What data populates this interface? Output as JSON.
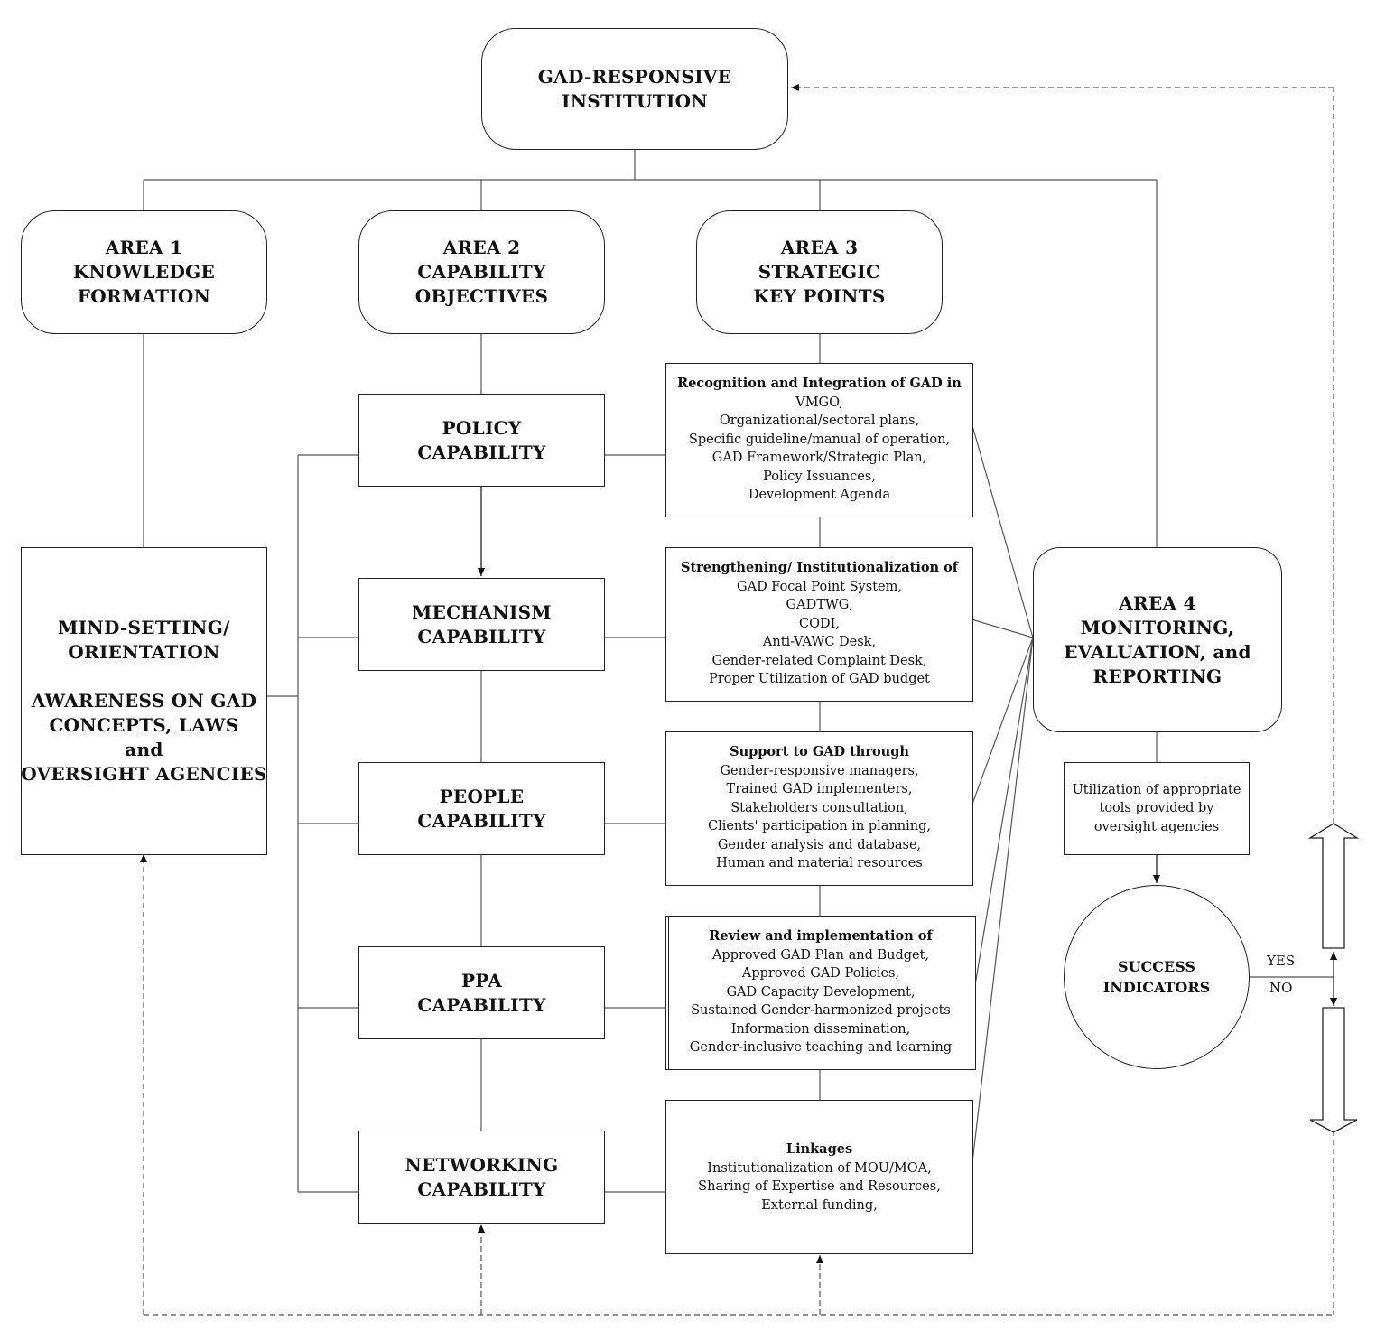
{
  "top": {
    "line1": "GAD-RESPONSIVE",
    "line2": "INSTITUTION"
  },
  "area1": {
    "line1": "AREA 1",
    "line2": "KNOWLEDGE",
    "line3": "FORMATION"
  },
  "area2": {
    "line1": "AREA 2",
    "line2": "CAPABILITY",
    "line3": "OBJECTIVES"
  },
  "area3": {
    "line1": "AREA 3",
    "line2": "STRATEGIC",
    "line3": "KEY POINTS"
  },
  "area4": {
    "line1": "AREA 4",
    "line2": "MONITORING,",
    "line3": "EVALUATION, and",
    "line4": "REPORTING"
  },
  "mind": {
    "line1": "MIND-SETTING/",
    "line2": "ORIENTATION",
    "line3": "AWARENESS ON GAD",
    "line4": "CONCEPTS, LAWS",
    "line5": "and",
    "line6": "OVERSIGHT AGENCIES"
  },
  "capabilities": {
    "policy": {
      "line1": "POLICY",
      "line2": "CAPABILITY"
    },
    "mechanism": {
      "line1": "MECHANISM",
      "line2": "CAPABILITY"
    },
    "people": {
      "line1": "PEOPLE",
      "line2": "CAPABILITY"
    },
    "ppa": {
      "line1": "PPA",
      "line2": "CAPABILITY"
    },
    "networking": {
      "line1": "NETWORKING",
      "line2": "CAPABILITY"
    }
  },
  "keypoints": {
    "policy": {
      "title": "Recognition and Integration of GAD in",
      "items": [
        "VMGO,",
        "Organizational/sectoral plans,",
        "Specific guideline/manual of operation,",
        "GAD Framework/Strategic Plan,",
        "Policy Issuances,",
        "Development Agenda"
      ]
    },
    "mechanism": {
      "title": "Strengthening/ Institutionalization of",
      "items": [
        "GAD Focal Point System,",
        "GADTWG,",
        "CODI,",
        "Anti-VAWC Desk,",
        "Gender-related Complaint Desk,",
        "Proper Utilization of GAD budget"
      ]
    },
    "people": {
      "title": "Support to GAD through",
      "items": [
        "Gender-responsive managers,",
        "Trained GAD implementers,",
        "Stakeholders consultation,",
        "Clients' participation in planning,",
        "Gender analysis and database,",
        "Human and material resources"
      ]
    },
    "ppa": {
      "title": "Review and implementation of",
      "items": [
        "Approved GAD Plan and Budget,",
        "Approved GAD Policies,",
        "GAD Capacity Development,",
        "Sustained Gender-harmonized projects",
        "Information dissemination,",
        "Gender-inclusive teaching and learning"
      ]
    },
    "networking": {
      "title": "Linkages",
      "items": [
        "Institutionalization of MOU/MOA,",
        "Sharing of Expertise and Resources,",
        "External funding,"
      ]
    }
  },
  "tools": {
    "line1": "Utilization of appropriate",
    "line2": "tools provided by",
    "line3": "oversight agencies"
  },
  "success": {
    "line1": "SUCCESS",
    "line2": "INDICATORS"
  },
  "yes_label": "YES",
  "no_label": "NO"
}
